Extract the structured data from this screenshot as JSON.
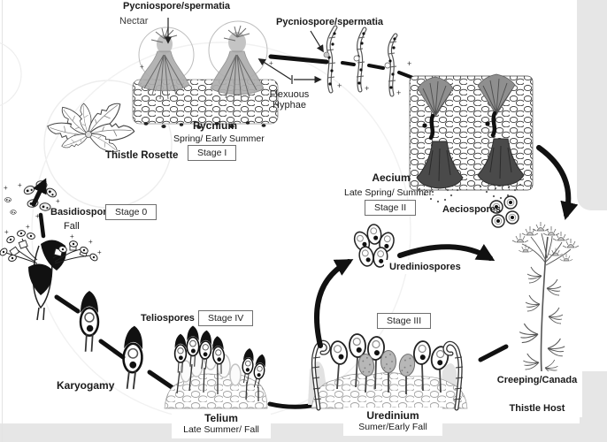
{
  "diagram": {
    "spore_labels": {
      "pycniospore_spermatia_1": "Pycniospore/spermatia",
      "pycniospore_spermatia_2": "Pycniospore/spermatia",
      "nectar": "Nectar",
      "flexuous_line1": "Flexuous",
      "flexuous_line2": "Hyphae",
      "basidiospore": "Basidiospore",
      "basidiospore_season": "Fall",
      "teliospores": "Teliospores",
      "aeciospores": "Aeciospores",
      "urediniospores": "Urediniospores",
      "karyogamy": "Karyogamy",
      "plus_mark": "+"
    },
    "stage_boxes": {
      "stage0": "Stage 0",
      "stage1": "Stage I",
      "stage2": "Stage II",
      "stage3": "Stage III",
      "stage4": "Stage IV"
    },
    "stages": {
      "pycnium": {
        "name": "Pycnium",
        "season": "Spring/ Early Summer"
      },
      "aecium": {
        "name": "Aecium",
        "season": "Late Spring/ Summer."
      },
      "uredinium": {
        "name": "Uredinium",
        "season": "Sumer/Early Fall"
      },
      "telium": {
        "name": "Telium",
        "season": "Late Summer/ Fall"
      }
    },
    "hosts": {
      "rosette": "Thistle Rosette",
      "host_line1": "Creeping/Canada",
      "host_line2": "Thistle Host"
    },
    "colors": {
      "page_grey": "#e6e6e6",
      "ink": "#1a1a1a",
      "box_border": "#6f6f6f"
    }
  }
}
